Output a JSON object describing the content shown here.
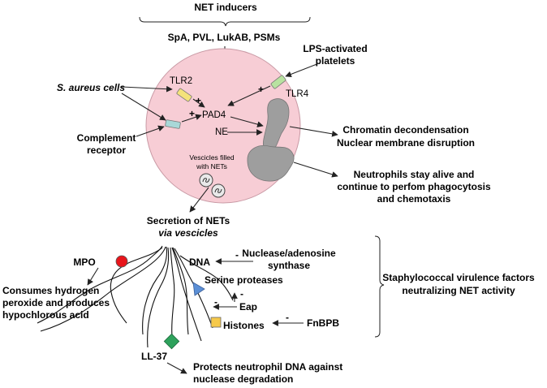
{
  "colors": {
    "cell_fill": "#f7cdd5",
    "nucleus_fill": "#9e9e9e",
    "tlr2_receptor": "#f4e27a",
    "tlr4_receptor": "#b8e2a0",
    "complement_receptor": "#a8d8d8",
    "mpo_marker": "#e8151b",
    "serine_protease_marker": "#5b8fd6",
    "histone_marker": "#f6c94a",
    "ll37_marker": "#2ea25c"
  },
  "labels": {
    "net_inducers": "NET inducers",
    "inducer_list": "SpA, PVL, LukAB, PSMs",
    "s_aureus": "S. aureus cells",
    "complement_line1": "Complement",
    "complement_line2": "receptor",
    "tlr2": "TLR2",
    "tlr4": "TLR4",
    "lps_line1": "LPS-activated",
    "lps_line2": "platelets",
    "pad4": "PAD4",
    "ne": "NE",
    "vesicles_line1": "Vescicles filled",
    "vesicles_line2": "with NETs",
    "chromatin_line1": "Chromatin decondensation",
    "chromatin_line2": "Nuclear membrane disruption",
    "alive_line1": "Neutrophils stay alive and",
    "alive_line2": "continue to perfom phagocytosis",
    "alive_line3": "and chemotaxis",
    "secretion_line1": "Secretion of NETs",
    "secretion_line2": "via vescicles",
    "mpo": "MPO",
    "dna": "DNA",
    "nuclease_line1": "Nuclease/adenosine",
    "nuclease_line2": "synthase",
    "serine": "Serine proteases",
    "eap": "Eap",
    "histones": "Histones",
    "fnbpb": "FnBPB",
    "ll37": "LL-37",
    "consumes_line1": "Consumes hydrogen",
    "consumes_line2": "peroxide and produces",
    "consumes_line3": "hypochlorous acid",
    "protects_line1": "Protects neutrophil DNA against",
    "protects_line2": "nuclease degradation",
    "staph_line1": "Staphylococcal virulence factors",
    "staph_line2": "neutralizing NET activity",
    "plus": "+",
    "minus": "-"
  }
}
